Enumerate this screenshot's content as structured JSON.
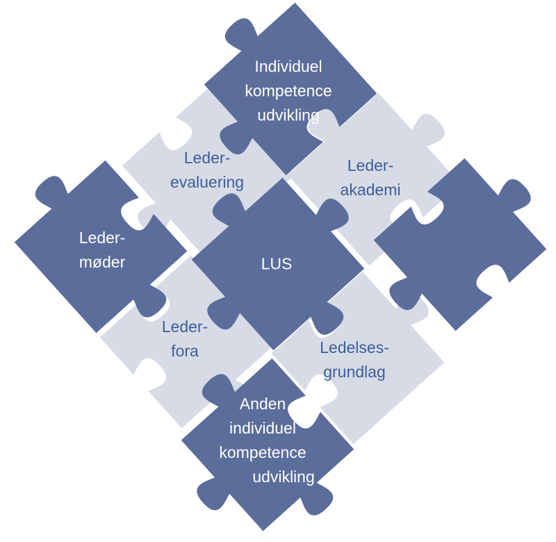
{
  "colors": {
    "dark": "#5b6d9b",
    "light": "#d6dbe5",
    "dark_text": "#ffffff",
    "light_text": "#3d5d9c"
  },
  "pieces": [
    {
      "id": "individuel",
      "lines": [
        "Individuel",
        "kompetence",
        "udvikling"
      ],
      "tone": "dark"
    },
    {
      "id": "leder-evaluering",
      "lines": [
        "Leder-",
        "evaluering"
      ],
      "tone": "light"
    },
    {
      "id": "leder-akademi",
      "lines": [
        "Leder-",
        "akademi"
      ],
      "tone": "light"
    },
    {
      "id": "leder-moder",
      "lines": [
        "Leder-",
        "møder"
      ],
      "tone": "dark"
    },
    {
      "id": "lus",
      "lines": [
        "LUS"
      ],
      "tone": "dark"
    },
    {
      "id": "blank",
      "lines": [],
      "tone": "dark"
    },
    {
      "id": "leder-fora",
      "lines": [
        "Leder-",
        "fora"
      ],
      "tone": "light"
    },
    {
      "id": "ledelses-grundlag",
      "lines": [
        "Ledelses-",
        "grundlag"
      ],
      "tone": "light"
    },
    {
      "id": "anden",
      "lines": [
        "Anden",
        "individuel",
        "kompetence",
        "udvikling"
      ],
      "tone": "dark"
    }
  ]
}
